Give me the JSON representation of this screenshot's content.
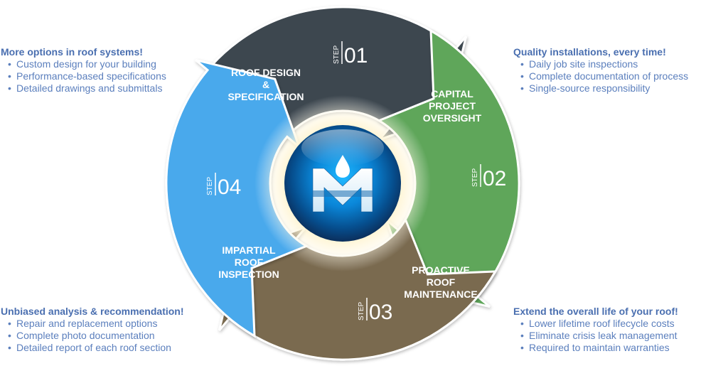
{
  "steps": [
    {
      "word": "STEP",
      "num": "01",
      "label_lines": [
        "ROOF DESIGN",
        "&",
        "SPECIFICATION"
      ],
      "color": "#3c4650"
    },
    {
      "word": "STEP",
      "num": "02",
      "label_lines": [
        "CAPITAL",
        "PROJECT",
        "OVERSIGHT"
      ],
      "color": "#5fa65a"
    },
    {
      "word": "STEP",
      "num": "03",
      "label_lines": [
        "PROACTIVE",
        "ROOF",
        "MAINTENANCE"
      ],
      "color": "#7a6b50"
    },
    {
      "word": "STEP",
      "num": "04",
      "label_lines": [
        "IMPARTIAL",
        "ROOF",
        "INSPECTION"
      ],
      "color": "#4aa9ec"
    }
  ],
  "notes": {
    "roof_design": {
      "heading": "More options in roof systems!",
      "items": [
        "Custom design for your building",
        "Performance-based specifications",
        "Detailed drawings and submittals"
      ]
    },
    "capital_project": {
      "heading": "Quality installations, every time!",
      "items": [
        "Daily job site inspections",
        "Complete documentation of process",
        "Single-source responsibility"
      ]
    },
    "inspection": {
      "heading": "Unbiased analysis & recommendation!",
      "items": [
        "Repair and replacement options",
        "Complete photo documentation",
        "Detailed report of each roof section"
      ]
    },
    "maintenance": {
      "heading": "Extend the overall life of your roof!",
      "items": [
        "Lower lifetime roof lifecycle costs",
        "Eliminate crisis leak management",
        "Required to maintain warranties"
      ]
    }
  },
  "colors": {
    "note_heading": "#4a6fb0",
    "note_text": "#5b7fbd",
    "orb_blue": "#1a8fd8"
  },
  "logo": {
    "icon": "water-drop-M-logo-icon"
  }
}
